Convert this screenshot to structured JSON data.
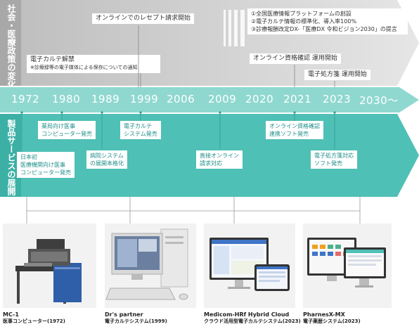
{
  "society": {
    "title": "社会・医療政策の変化",
    "items": [
      {
        "id": "online-receipt",
        "text": "オンラインでのレセプト請求開始"
      },
      {
        "id": "ekarte-kaikin",
        "text": "電子カルテ解禁",
        "sub": "※診療録等の電子媒体による保存についての通知"
      },
      {
        "id": "dx-list",
        "lines": [
          "①全国医療情報プラットフォームの創設",
          "②電子カルテ情報の標準化、導入率100%",
          "③診療報酬改定DX-「医療DX 令和ビジョン2030」の提言"
        ]
      },
      {
        "id": "online-qual",
        "text": "オンライン資格確認 運用開始"
      },
      {
        "id": "e-rx",
        "text": "電子処方箋 運用開始"
      }
    ]
  },
  "timeline": {
    "years": [
      "1972",
      "1980",
      "1989",
      "1999",
      "2006",
      "2009",
      "2020",
      "2021",
      "2023",
      "2030〜"
    ]
  },
  "products_section": {
    "title": "製品サービスの展開",
    "items": [
      {
        "id": "p1972",
        "text": "日本初\n医療機関向け医事\nコンピューター発売"
      },
      {
        "id": "p1980",
        "text": "薬局向け医事\nコンピューター発売"
      },
      {
        "id": "p1989",
        "text": "病院システム\nの展開本格化"
      },
      {
        "id": "p1999",
        "text": "電子カルテ\nシステム発売"
      },
      {
        "id": "p2009",
        "text": "直接オンライン\n請求対応"
      },
      {
        "id": "p2021",
        "text": "オンライン資格確認\n連携ソフト発売"
      },
      {
        "id": "p2023",
        "text": "電子処方箋対応\nソフト発売"
      }
    ]
  },
  "products": [
    {
      "name": "MC-1",
      "desc": "医事コンピューター(1972)"
    },
    {
      "name": "Dr's partner",
      "desc": "電子カルテシステム(1999)"
    },
    {
      "name": "Medicom-HRf  Hybrid Cloud",
      "desc": "クラウド活用型電子カルテシステム(2023)"
    },
    {
      "name": "PharnesX-MX",
      "desc": "電子薬歴システム(2023)"
    }
  ],
  "colors": {
    "gray": "#b8b8b8",
    "teal": "#4fc0b5",
    "bar": "#8fd8d0",
    "light_gray": "#dcdcdc"
  }
}
